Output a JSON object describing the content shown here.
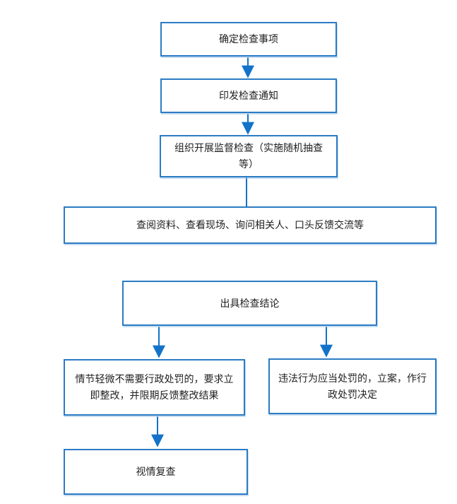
{
  "flowchart": {
    "nodes": [
      {
        "id": "determine-inspection-items",
        "label": "确定检查事项"
      },
      {
        "id": "issue-inspection-notice",
        "label": "印发检查通知"
      },
      {
        "id": "organize-supervision-inspection",
        "label": "组织开展监督检查（实施随机抽查\n等）"
      },
      {
        "id": "onsite-inspection-methods",
        "label": "查阅资料、查看现场、询问相关人、口头反馈交流等"
      },
      {
        "id": "issue-inspection-conclusion",
        "label": "出具检查结论"
      },
      {
        "id": "minor-violation-rectification",
        "label": "情节轻微不需要行政处罚的，要求立\n即整改，并限期反馈整改结果"
      },
      {
        "id": "illegal-act-punishment",
        "label": "违法行为应当处罚的，立案，作行\n政处罚决定"
      },
      {
        "id": "review-as-needed",
        "label": "视情复查"
      }
    ],
    "edges": [
      {
        "from": "determine-inspection-items",
        "to": "issue-inspection-notice",
        "arrowhead": true
      },
      {
        "from": "issue-inspection-notice",
        "to": "organize-supervision-inspection",
        "arrowhead": true
      },
      {
        "from": "organize-supervision-inspection",
        "to": "onsite-inspection-methods",
        "arrowhead": false
      },
      {
        "from": "issue-inspection-conclusion",
        "to": "minor-violation-rectification",
        "arrowhead": true
      },
      {
        "from": "issue-inspection-conclusion",
        "to": "illegal-act-punishment",
        "arrowhead": true
      },
      {
        "from": "minor-violation-rectification",
        "to": "review-as-needed",
        "arrowhead": true
      }
    ],
    "colors": {
      "box_border": "#2b7bc4",
      "arrow": "#1273c9",
      "text": "#1f1f1f",
      "canvas_bg": "#ffffff"
    }
  }
}
